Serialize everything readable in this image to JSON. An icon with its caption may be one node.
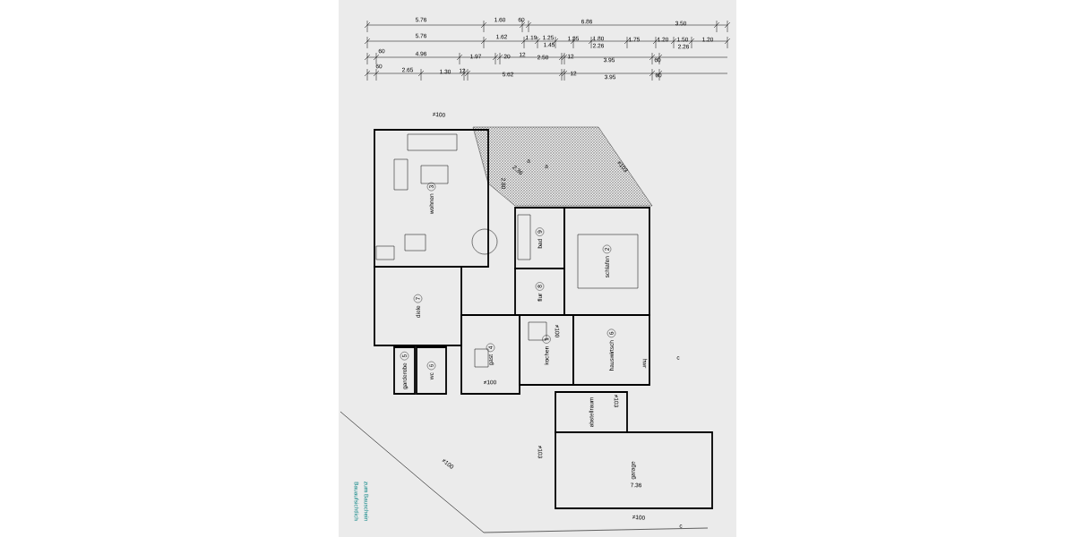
{
  "diagram": {
    "nodes": [
      {
        "text": [
          "wohnen",
          "3"
        ]
      },
      {
        "text": [
          "diele",
          "7"
        ]
      },
      {
        "text": [
          "garderobe",
          "5"
        ]
      },
      {
        "text": [
          "wc",
          "6"
        ]
      },
      {
        "text": [
          "gast",
          "4"
        ]
      },
      {
        "text": [
          "bad",
          "9"
        ]
      },
      {
        "text": [
          "flur",
          "8"
        ]
      },
      {
        "text": [
          "schlafen",
          "2"
        ]
      },
      {
        "text": [
          "kochen",
          "1"
        ]
      },
      {
        "text": [
          "hauswirtsch",
          "6"
        ]
      },
      {
        "text": [
          "abstellraum"
        ]
      },
      {
        "text": [
          "garage"
        ]
      }
    ],
    "labels": [
      "5.76",
      "1.60",
      "60",
      "6.86",
      "3.50",
      "5.76",
      "1.62",
      "1.19",
      "1.25",
      "1.45",
      "1.25",
      "1.80",
      "2.26",
      "1.75",
      "1.20",
      "1.50",
      "2.26",
      "1.20",
      "60",
      "4.96",
      "1.97",
      "20",
      "12",
      "2.50",
      "12",
      "3.95",
      "60",
      "60",
      "2.65",
      "1.30",
      "12",
      "5.62",
      "12",
      "3.95",
      "60",
      "≠100",
      "2.80",
      "2.36",
      "≠103",
      "a",
      "a",
      "≠100",
      "≠100",
      "≠103",
      "≠103",
      "≠100",
      "hwr",
      "c",
      "7.36",
      "≠100",
      "c",
      "Bauaufsichtlich",
      "zum Bauschein"
    ]
  }
}
